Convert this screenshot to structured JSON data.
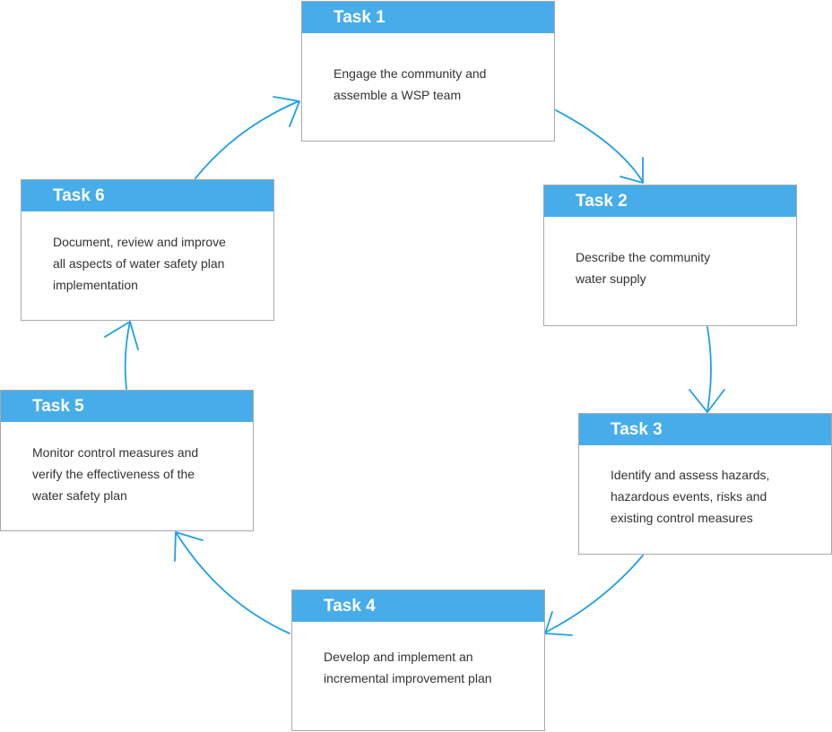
{
  "colors": {
    "header_blue": "#47adea",
    "arrow_blue": "#1ea0e6",
    "border_gray": "#a9a9a9",
    "body_text": "#333333"
  },
  "tasks": [
    {
      "title": "Task 1",
      "lines": [
        "Engage the community and",
        "assemble a WSP team"
      ]
    },
    {
      "title": "Task 2",
      "lines": [
        "Describe the community",
        "water supply"
      ]
    },
    {
      "title": "Task 3",
      "lines": [
        "Identify and assess hazards,",
        "hazardous events, risks and",
        "existing control measures"
      ]
    },
    {
      "title": "Task 4",
      "lines": [
        "Develop and implement an",
        "incremental improvement plan"
      ]
    },
    {
      "title": "Task 5",
      "lines": [
        "Monitor control measures and",
        "verify the effectiveness of the",
        "water safety plan"
      ]
    },
    {
      "title": "Task 6",
      "lines": [
        "Document, review and improve",
        "all aspects of water safety plan",
        "implementation"
      ]
    }
  ]
}
